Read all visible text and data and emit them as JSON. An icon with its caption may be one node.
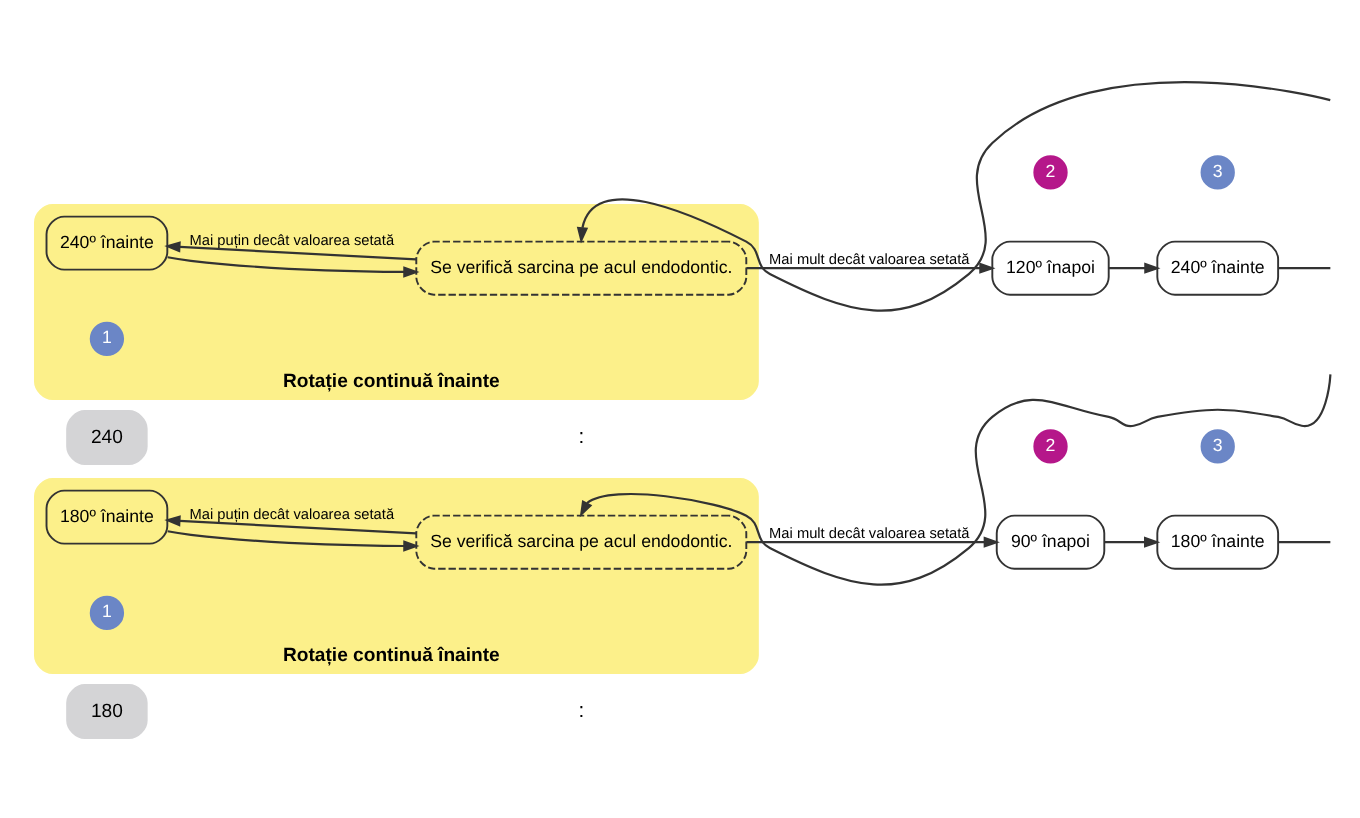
{
  "diagram": {
    "nodes": [
      {
        "text": [
          "180"
        ]
      },
      {
        "text": [
          "Rotație continuă înainte"
        ]
      },
      {
        "text": [
          "1"
        ],
        "in": 1
      },
      {
        "text": [
          "180º înainte"
        ],
        "in": 1
      },
      {
        "text": [
          "Se verifică sarcina pe acul endodontic."
        ],
        "in": 1
      },
      {
        "text": [
          "2"
        ]
      },
      {
        "text": [
          "90º înapoi"
        ]
      },
      {
        "text": [
          "3"
        ]
      },
      {
        "text": [
          "180º înainte"
        ]
      },
      {
        "text": [
          "240"
        ]
      },
      {
        "text": [
          "Rotație continuă înainte"
        ]
      },
      {
        "text": [
          "1"
        ],
        "in": 10
      },
      {
        "text": [
          "240º înainte"
        ],
        "in": 10
      },
      {
        "text": [
          "Se verifică sarcina pe acul endodontic."
        ],
        "in": 10
      },
      {
        "text": [
          "2"
        ]
      },
      {
        "text": [
          "120º înapoi"
        ]
      },
      {
        "text": [
          "3"
        ]
      },
      {
        "text": [
          "240º înainte"
        ]
      }
    ],
    "edges": [
      {
        "from": 3,
        "to": 4,
        "arrow": "to"
      },
      {
        "from": 4,
        "to": 6,
        "arrow": "to",
        "label": "Mai mult decât valoarea setată"
      },
      {
        "from": 4,
        "to": 3,
        "arrow": "to",
        "label": "Mai puțin decât valoarea setată"
      },
      {
        "from": 6,
        "to": 8,
        "arrow": "to"
      },
      {
        "from": 8,
        "to": null,
        "arrow": "none"
      },
      {
        "from": null,
        "to": 4,
        "arrow": "to"
      },
      {
        "from": 12,
        "to": 13,
        "arrow": "to"
      },
      {
        "from": 13,
        "to": 15,
        "arrow": "to",
        "label": "Mai mult decât valoarea setată"
      },
      {
        "from": 13,
        "to": 12,
        "arrow": "to",
        "label": "Mai puțin decât valoarea setată"
      },
      {
        "from": 15,
        "to": 17,
        "arrow": "to"
      },
      {
        "from": 17,
        "to": null,
        "arrow": "none"
      },
      {
        "from": null,
        "to": 13,
        "arrow": "to"
      }
    ],
    "labels": [
      ":",
      ":"
    ]
  }
}
